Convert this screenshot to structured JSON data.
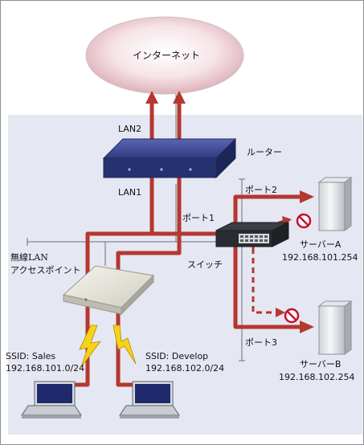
{
  "internet": {
    "label": "インターネット"
  },
  "router": {
    "label": "ルーター",
    "lan1": "LAN1",
    "lan2": "LAN2"
  },
  "switch": {
    "label": "スイッチ",
    "port1": "ポート1",
    "port2": "ポート2",
    "port3": "ポート3"
  },
  "access_point": {
    "line1": "無線LAN",
    "line2": "アクセスポイント"
  },
  "server_a": {
    "name": "サーバーA",
    "ip": "192.168.101.254"
  },
  "server_b": {
    "name": "サーバーB",
    "ip": "192.168.102.254"
  },
  "ssid_sales": {
    "ssid": "SSID: Sales",
    "subnet": "192.168.101.0/24"
  },
  "ssid_develop": {
    "ssid": "SSID: Develop",
    "subnet": "192.168.102.0/24"
  },
  "colors": {
    "path": "#b5372f",
    "panel": "#e5e7f2",
    "router": "#2e3a7c",
    "cloud_center": "#ffffff",
    "cloud_edge": "#d9a6b0",
    "blocked": "#c8102e"
  }
}
